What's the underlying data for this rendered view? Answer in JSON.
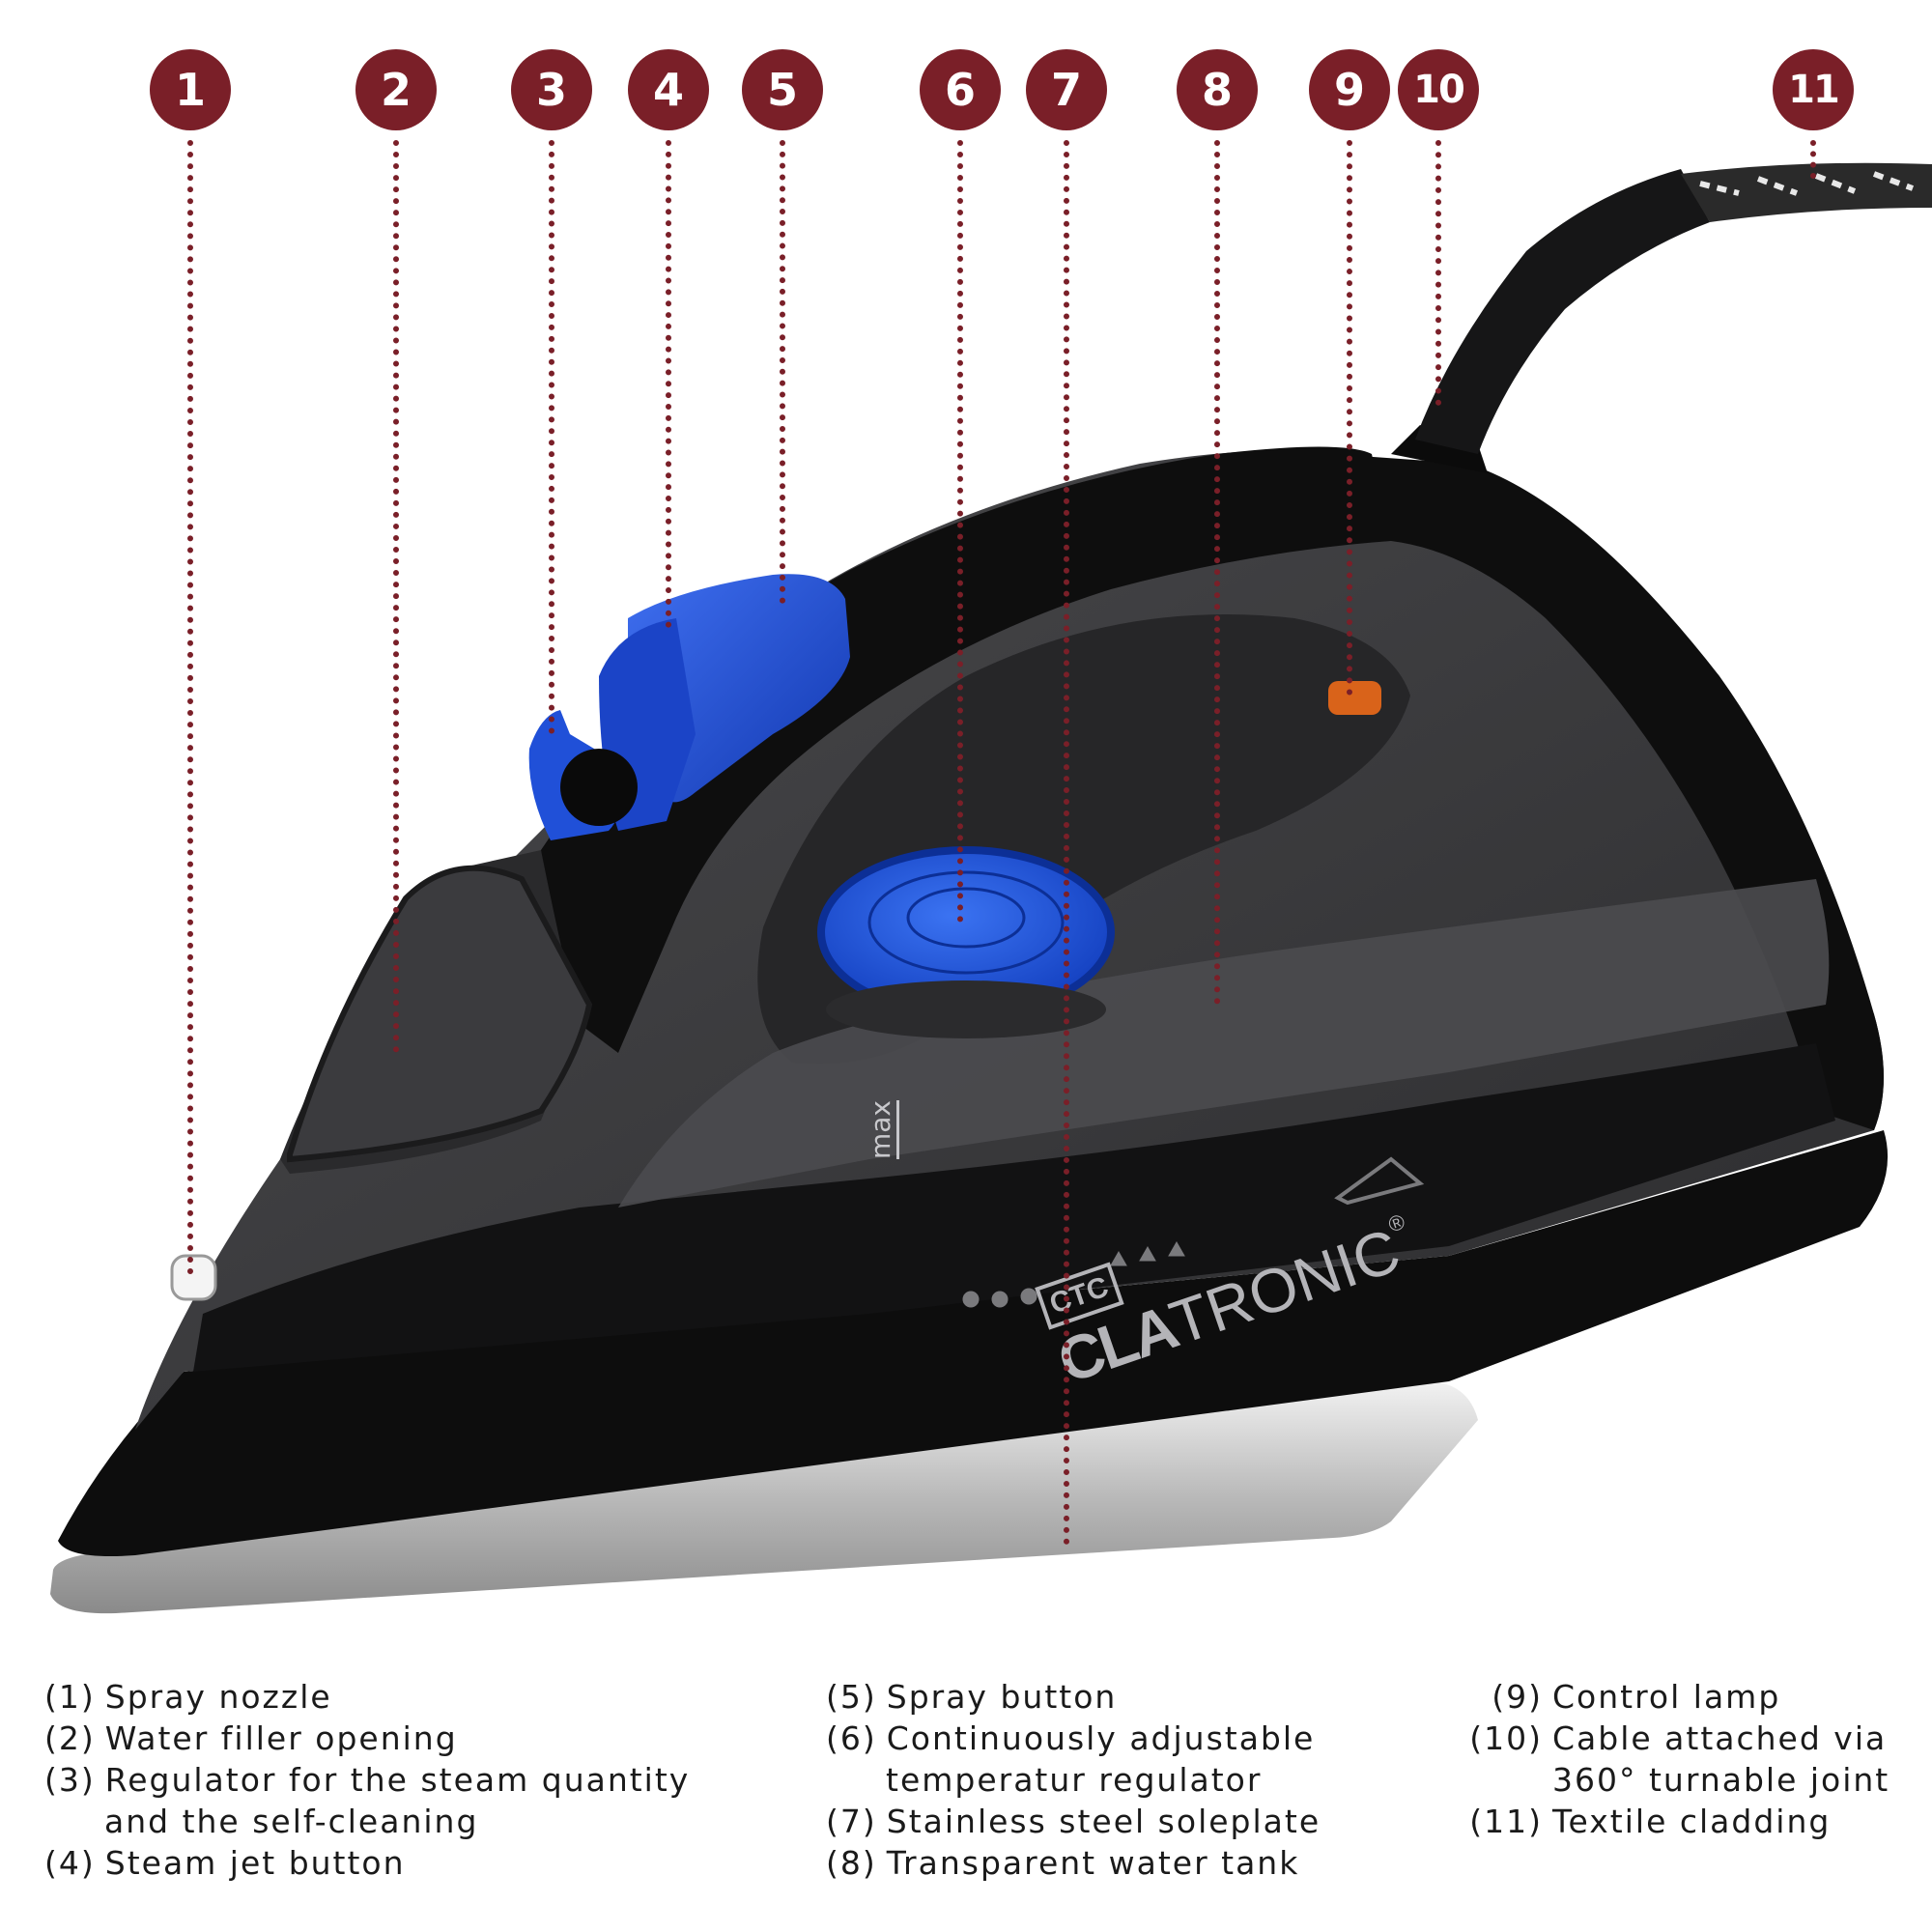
{
  "callouts": [
    {
      "num": "1"
    },
    {
      "num": "2"
    },
    {
      "num": "3"
    },
    {
      "num": "4"
    },
    {
      "num": "5"
    },
    {
      "num": "6"
    },
    {
      "num": "7"
    },
    {
      "num": "8"
    },
    {
      "num": "9"
    },
    {
      "num": "10"
    },
    {
      "num": "11"
    }
  ],
  "legend": {
    "col1": [
      {
        "num": "(1)",
        "lines": [
          "Spray nozzle"
        ]
      },
      {
        "num": "(2)",
        "lines": [
          "Water filler opening"
        ]
      },
      {
        "num": "(3)",
        "lines": [
          "Regulator for the steam quantity",
          "and the self-cleaning"
        ]
      },
      {
        "num": "(4)",
        "lines": [
          "Steam jet button"
        ]
      }
    ],
    "col2": [
      {
        "num": "(5)",
        "lines": [
          "Spray button"
        ]
      },
      {
        "num": "(6)",
        "lines": [
          "Continuously adjustable",
          "temperatur regulator"
        ]
      },
      {
        "num": "(7)",
        "lines": [
          "Stainless steel soleplate"
        ]
      },
      {
        "num": "(8)",
        "lines": [
          "Transparent water tank"
        ]
      }
    ],
    "col3": [
      {
        "num": "(9)",
        "lines": [
          "Control lamp"
        ]
      },
      {
        "num": "(10)",
        "lines": [
          "Cable attached via",
          "360° turnable joint"
        ]
      },
      {
        "num": "(11)",
        "lines": [
          "Textile cladding"
        ]
      }
    ]
  },
  "product": {
    "brand_small": "CTC",
    "brand_bold": "CLA",
    "brand_light": "TRONIC",
    "registered": "®",
    "tank_mark": "max"
  },
  "colors": {
    "callout": "#7a1f28",
    "body_black": "#0d0d0d",
    "body_grey": "#3a3a3c",
    "button_blue": "#1f4fd6",
    "lamp_orange": "#d9631a",
    "soleplate": "#c9c9c9"
  }
}
